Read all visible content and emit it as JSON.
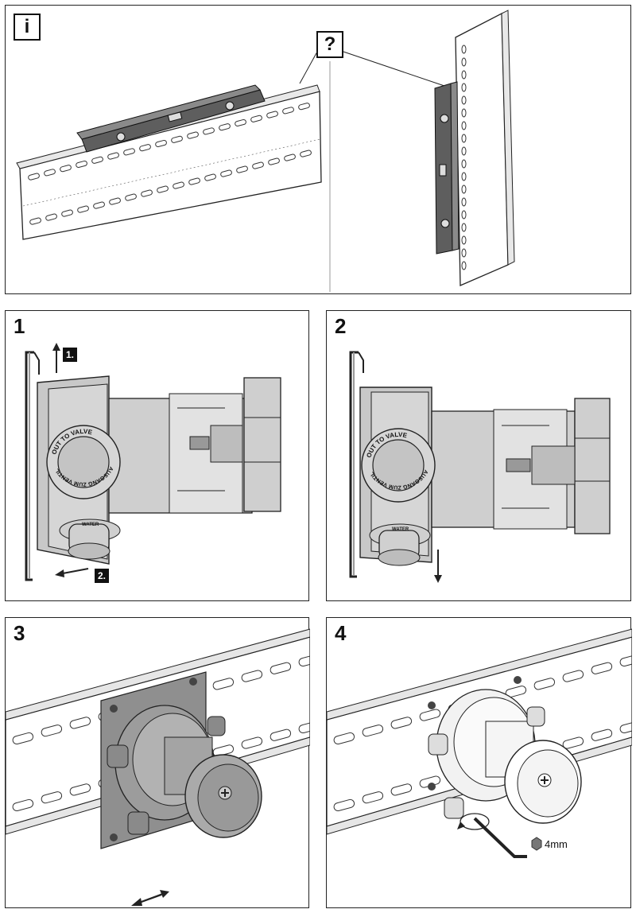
{
  "info_panel": {
    "info_icon": "i",
    "question_icon": "?"
  },
  "steps": [
    {
      "number": "1",
      "sub_labels": [
        "1.",
        "2."
      ]
    },
    {
      "number": "2"
    },
    {
      "number": "3"
    },
    {
      "number": "4",
      "tool_size": "4mm"
    }
  ],
  "valve_text": {
    "out_to_valve": "OUT TO VALVE",
    "ausgang": "AUSGANG ZUM VENTIL",
    "water": "WATER"
  },
  "colors": {
    "level_dark": "#5e5e5e",
    "valve_grey": "#a9a9a9",
    "line": "#222222"
  }
}
